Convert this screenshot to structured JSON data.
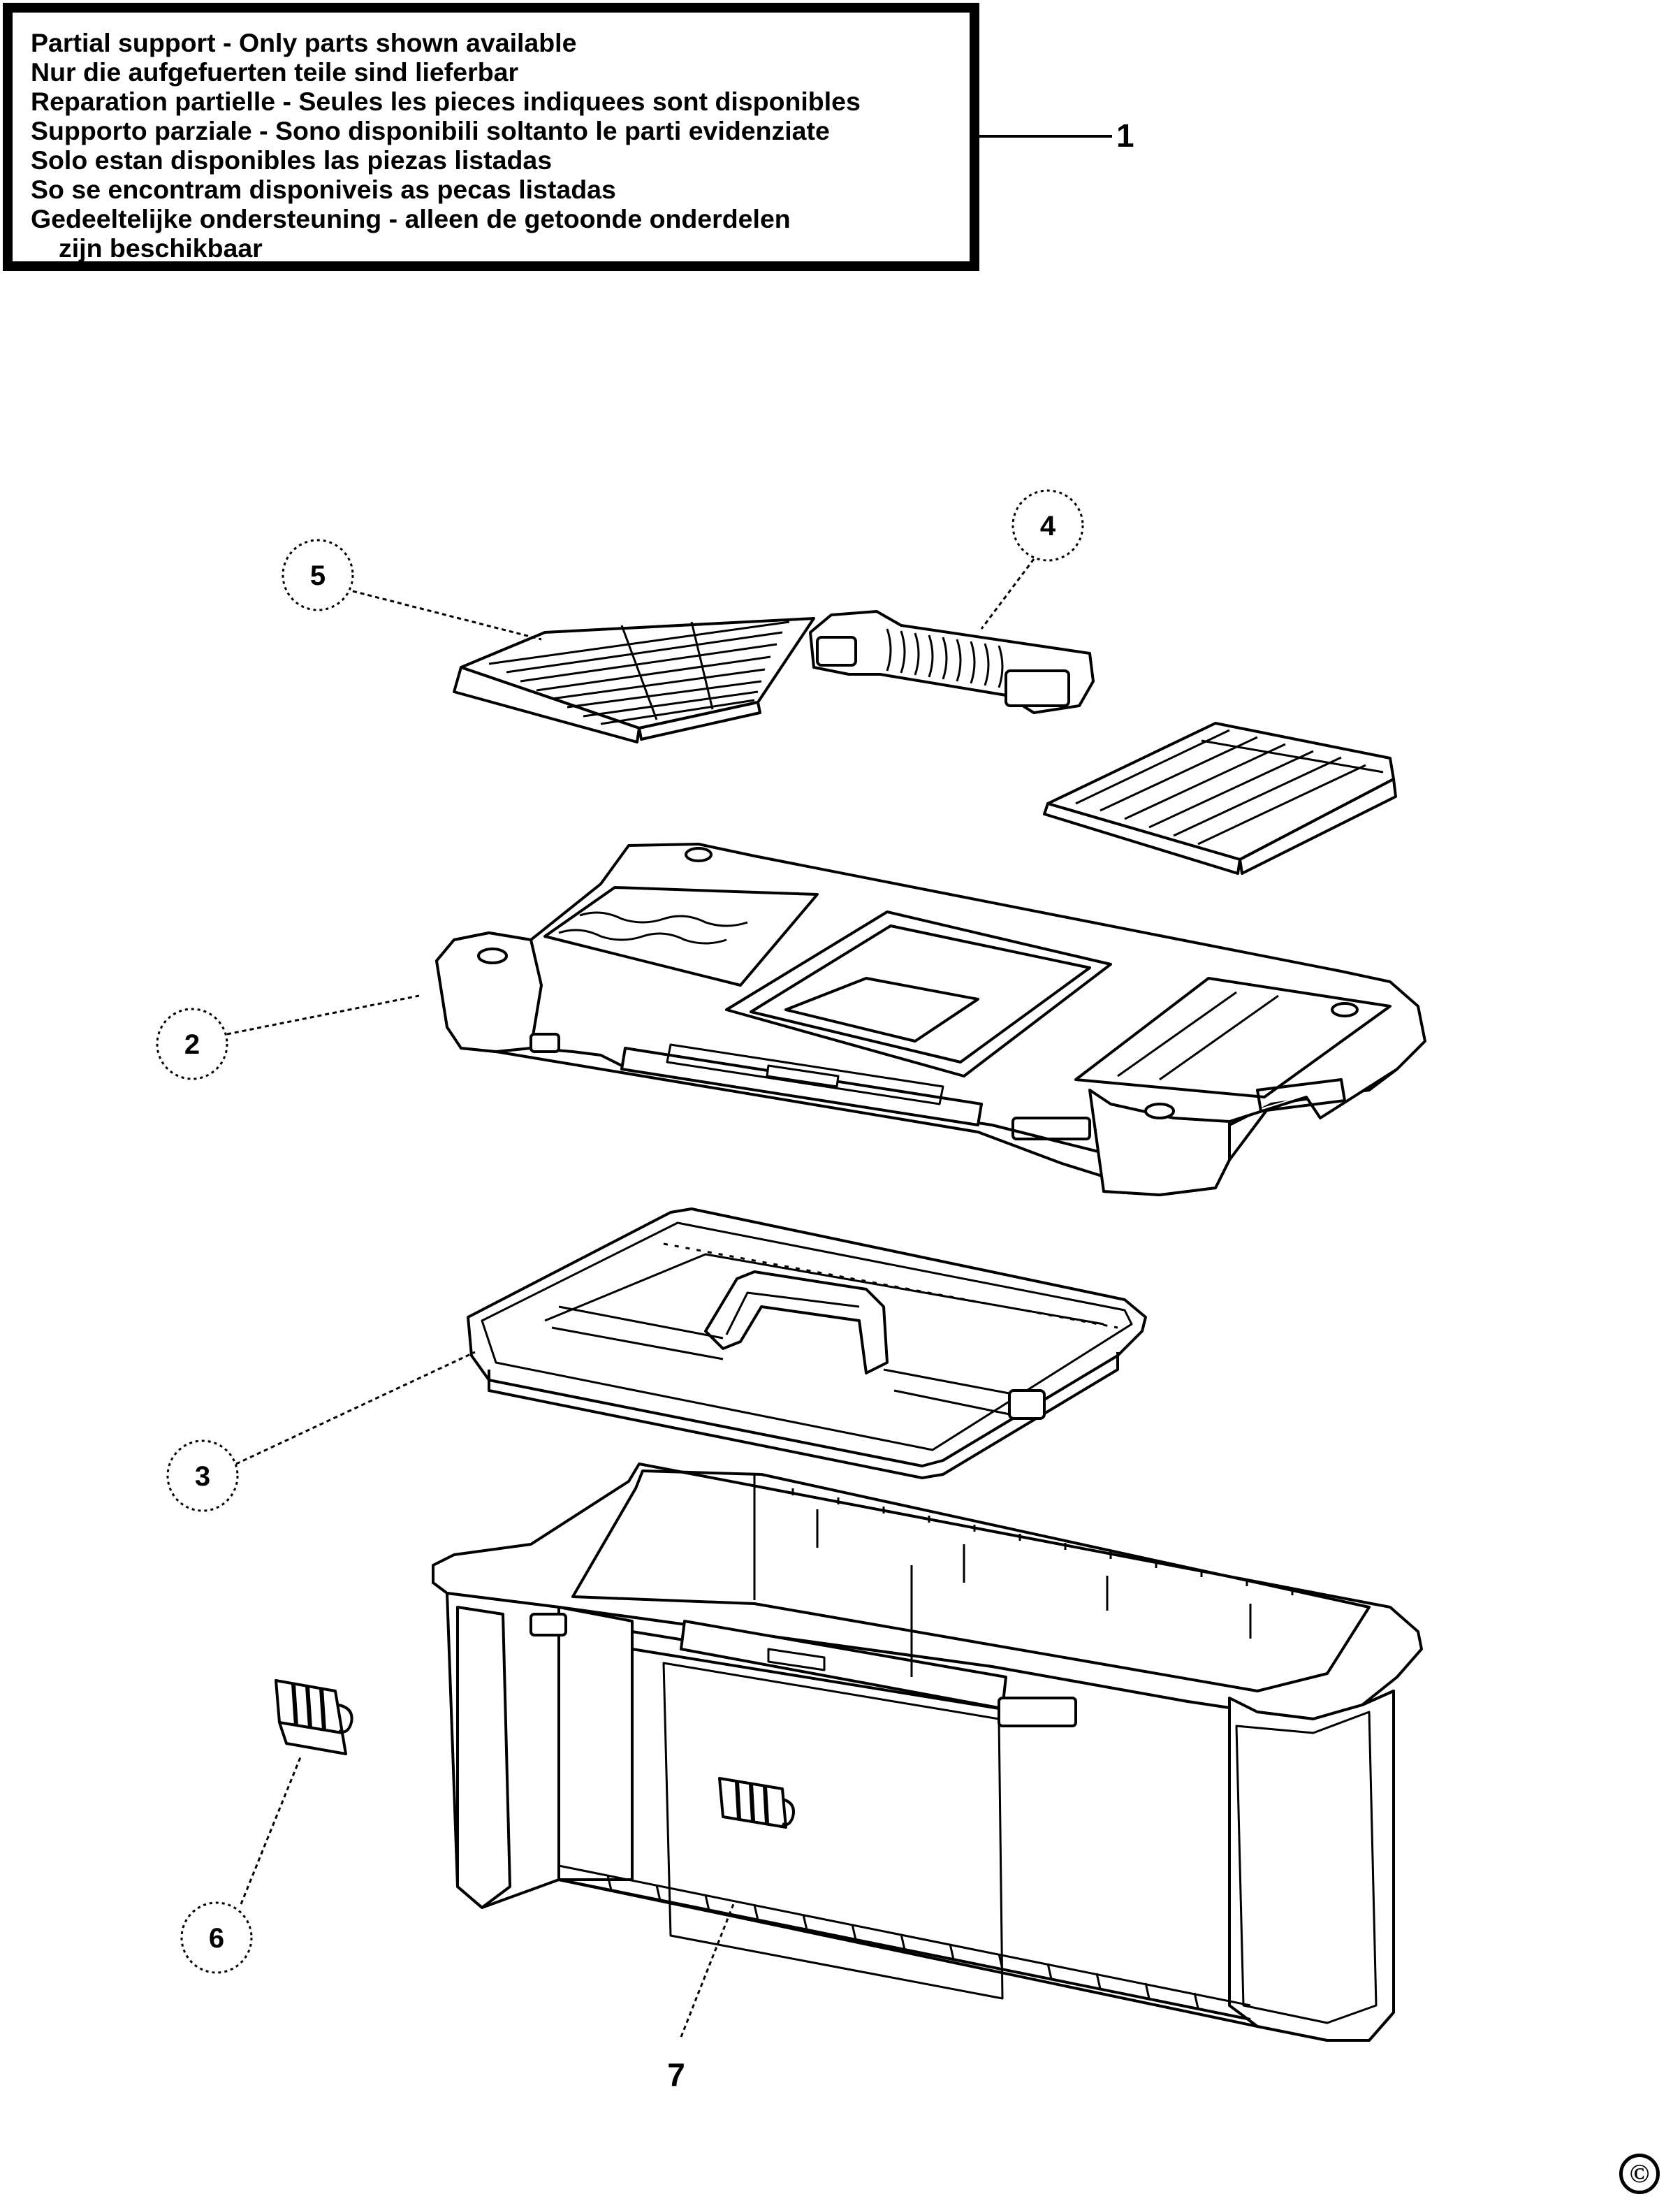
{
  "notice": {
    "lines": [
      "Partial support - Only parts shown available",
      "Nur die aufgefuerten teile sind lieferbar",
      "Reparation partielle - Seules les pieces indiquees sont disponibles",
      "Supporto parziale - Sono disponibili soltanto le parti evidenziate",
      "Solo estan disponibles las piezas listadas",
      "So se encontram disponiveis as pecas listadas",
      "Gedeeltelijke ondersteuning - alleen de getoonde onderdelen",
      "zijn beschikbaar"
    ]
  },
  "callouts": {
    "c1": "1",
    "c2": "2",
    "c3": "3",
    "c4": "4",
    "c5": "5",
    "c6": "6",
    "c7": "7"
  },
  "copyright_symbol": "©"
}
